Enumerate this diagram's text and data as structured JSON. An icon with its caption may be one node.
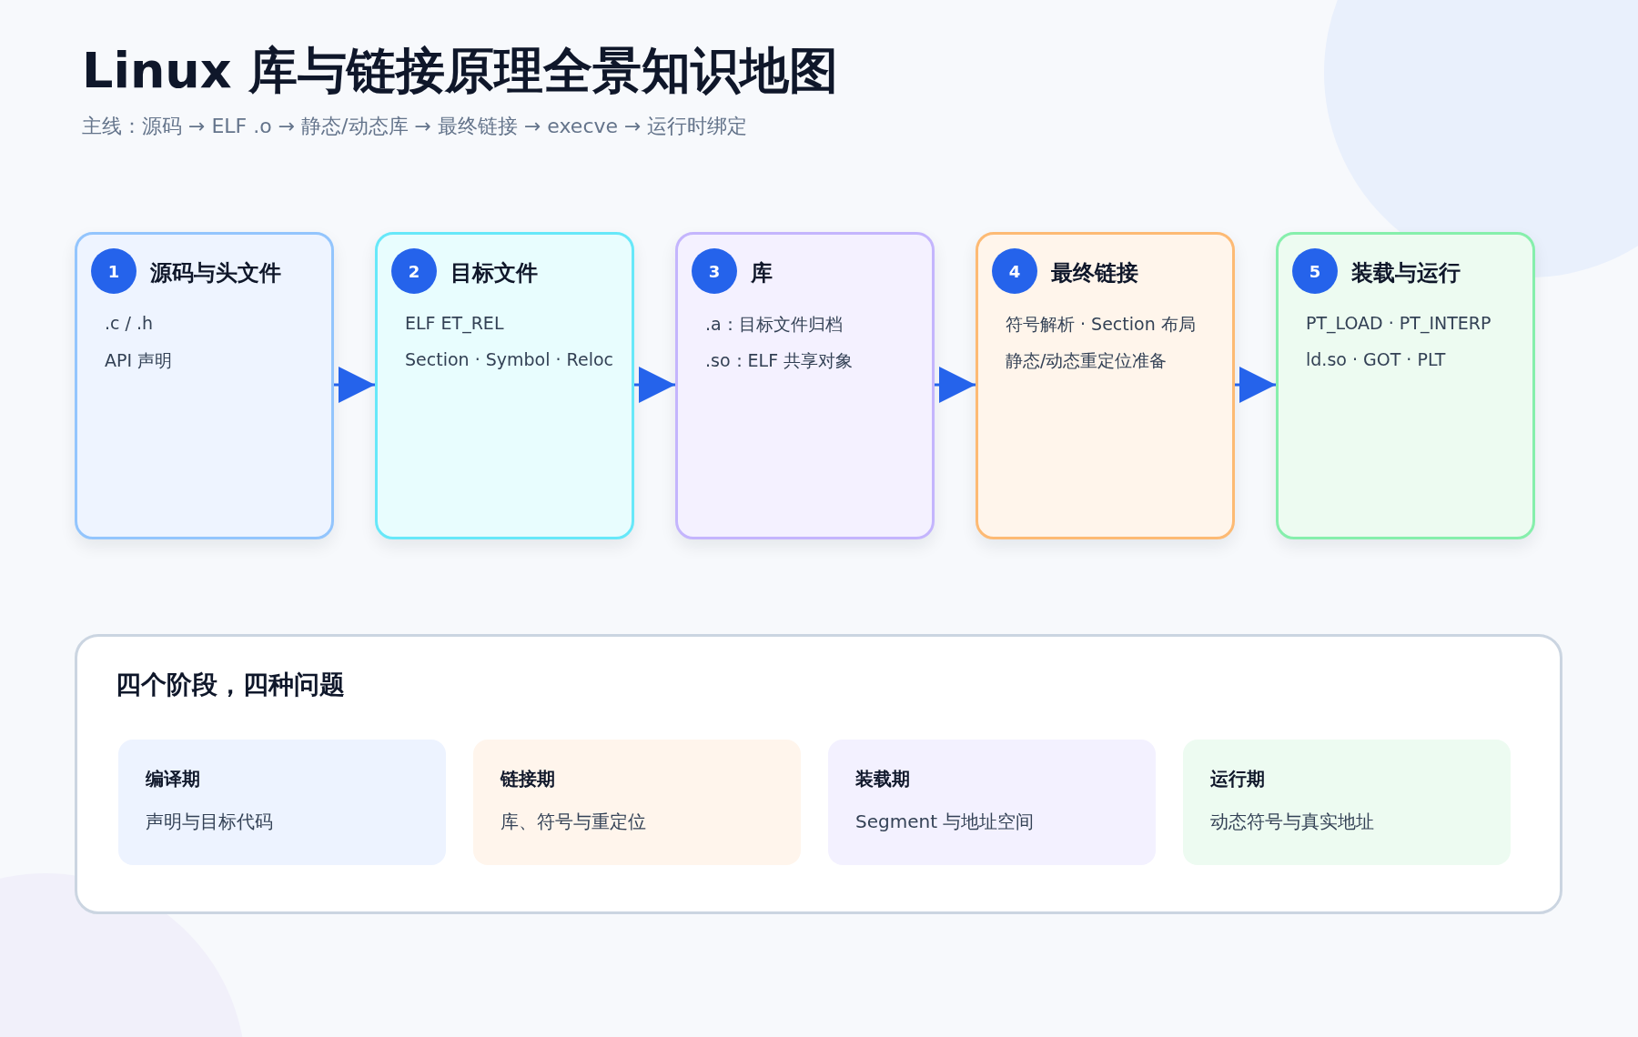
{
  "diagram": {
    "title": "Linux 库与链接原理全景知识地图",
    "caption": "主线：源码 → ELF .o → 静态/动态库 → 最终链接 → execve → 运行时绑定",
    "nodes": [
      {
        "text": [
          "1",
          "源码与头文件",
          ".c / .h",
          "API 声明"
        ]
      },
      {
        "text": [
          "2",
          "目标文件",
          "ELF ET_REL",
          "Section · Symbol · Reloc"
        ]
      },
      {
        "text": [
          "3",
          "库",
          ".a：目标文件归档",
          ".so：ELF 共享对象"
        ]
      },
      {
        "text": [
          "4",
          "最终链接",
          "符号解析 · Section 布局",
          "静态/动态重定位准备"
        ]
      },
      {
        "text": [
          "5",
          "装载与运行",
          "PT_LOAD · PT_INTERP",
          "ld.so · GOT · PLT"
        ]
      },
      {
        "text": [
          "四个阶段，四种问题"
        ]
      },
      {
        "text": [
          "编译期",
          "声明与目标代码"
        ],
        "in": 5
      },
      {
        "text": [
          "链接期",
          "库、符号与重定位"
        ],
        "in": 5
      },
      {
        "text": [
          "装载期",
          "Segment 与地址空间"
        ],
        "in": 5
      },
      {
        "text": [
          "运行期",
          "动态符号与真实地址"
        ],
        "in": 5
      }
    ],
    "edges": [
      {
        "from": 0,
        "to": 1,
        "arrow": "to"
      },
      {
        "from": 1,
        "to": 2,
        "arrow": "to"
      },
      {
        "from": 2,
        "to": 3,
        "arrow": "to"
      },
      {
        "from": 3,
        "to": 4,
        "arrow": "to"
      }
    ]
  }
}
